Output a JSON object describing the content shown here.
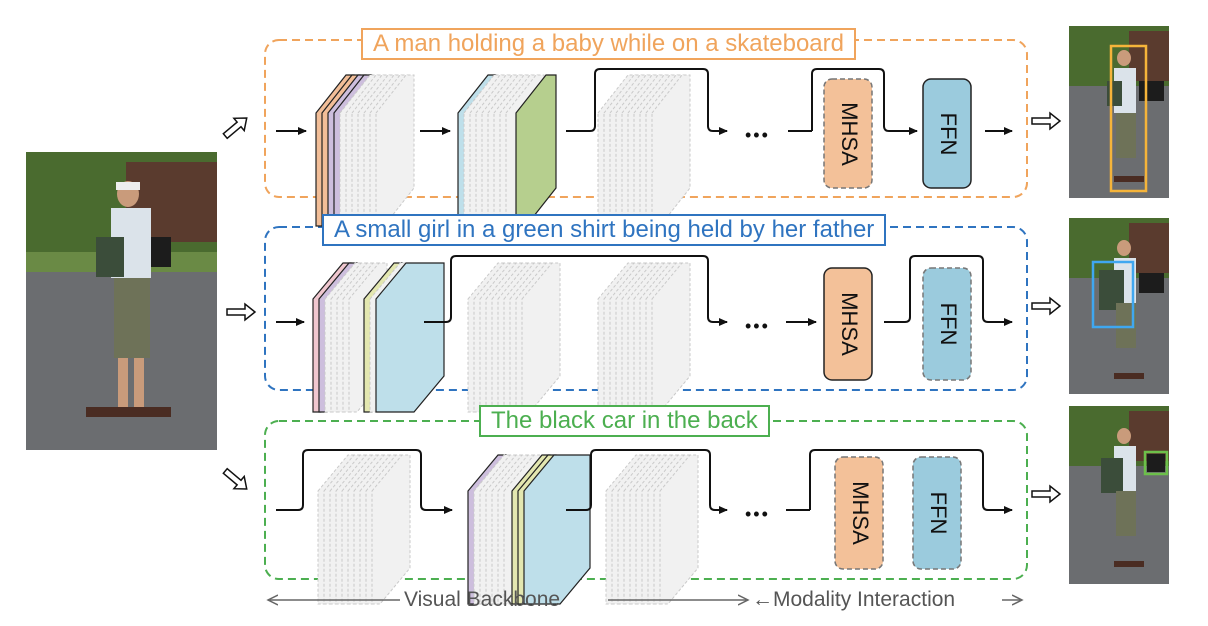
{
  "rows": [
    {
      "caption": "A man holding a baby while on a skateboard",
      "color": "#F0A45C",
      "attn": "MHSA",
      "ffn": "FFN",
      "dots": "•••"
    },
    {
      "caption": "A small girl in a green shirt being held by her father",
      "color": "#2F74C0",
      "attn": "MHSA",
      "ffn": "FFN",
      "dots": "•••"
    },
    {
      "caption": "The black car in the back",
      "color": "#4CAF50",
      "attn": "MHSA",
      "ffn": "FFN",
      "dots": "•••"
    }
  ],
  "colors": {
    "mhsa_fill": "#F3C199",
    "ffn_fill": "#9BCBDD",
    "layer_orange": "#F2BE98",
    "layer_purple": "#CDBEDD",
    "layer_pink": "#F0C7CF",
    "layer_blue": "#BEDFEA",
    "layer_yellow": "#E3E7B0",
    "layer_green": "#B6CF8E",
    "layer_gray": "#E6E6E6"
  },
  "footer": {
    "visual_backbone": "Visual Backbone",
    "modality_interaction": "Modality Interaction"
  }
}
